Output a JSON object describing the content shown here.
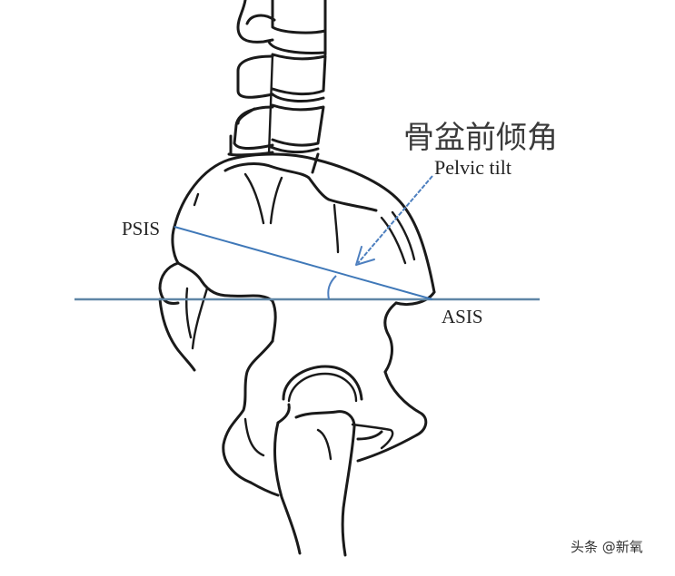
{
  "diagram": {
    "title_cn": "骨盆前倾角",
    "labels": {
      "pelvic_tilt": "Pelvic tilt",
      "psis": "PSIS",
      "asis": "ASIS"
    },
    "watermark": "头条 @新氧",
    "colors": {
      "horizontal_line": "#5f86a6",
      "psis_asis_line": "#3f78b8",
      "arrow": "#4d7fbf",
      "angle_arc": "#4d7fbf",
      "outline": "#1a1a1a"
    },
    "elements": {
      "horizontal_reference_line": "Horizontal line through ASIS",
      "psis_asis_line": "Line from PSIS to ASIS",
      "angle_arc": "Pelvic tilt angle",
      "arrow": "Arrow pointing to pelvic tilt angle"
    }
  }
}
